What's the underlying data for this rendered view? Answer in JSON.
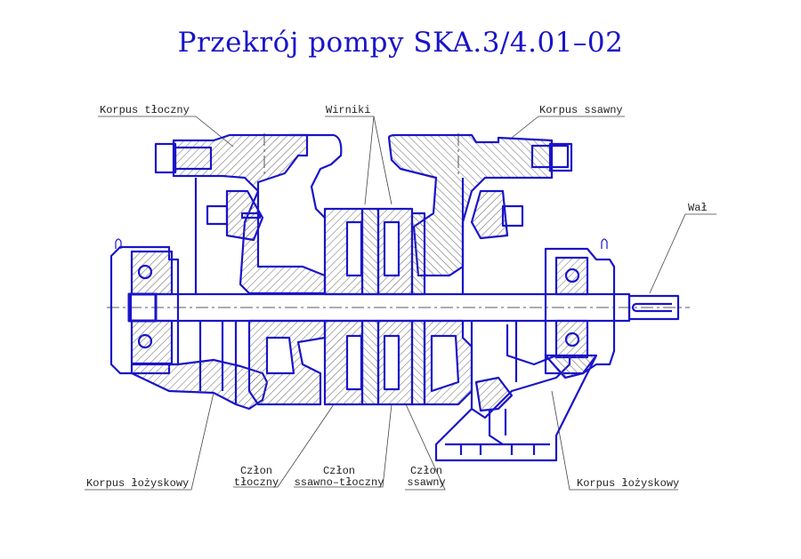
{
  "title": "Przekrój pompy SKA.3/4.01–02",
  "colors": {
    "outline": "#1a14c8",
    "hatch": "#555555",
    "leader": "#333333",
    "background": "#ffffff"
  },
  "labels": {
    "korpus_tloczny": "Korpus tłoczny",
    "wirniki": "Wirniki",
    "korpus_ssawny": "Korpus ssawny",
    "wal": "Wał",
    "korpus_lozyskowy_left": "Korpus łożyskowy",
    "czlon_tloczny_1": "Człon",
    "czlon_tloczny_2": "tłoczny",
    "czlon_ss_tl_1": "Człon",
    "czlon_ss_tl_2": "ssawno–tłoczny",
    "czlon_ssawny_1": "Człon",
    "czlon_ssawny_2": "ssawny",
    "korpus_lozyskowy_right": "Korpus łożyskowy"
  }
}
